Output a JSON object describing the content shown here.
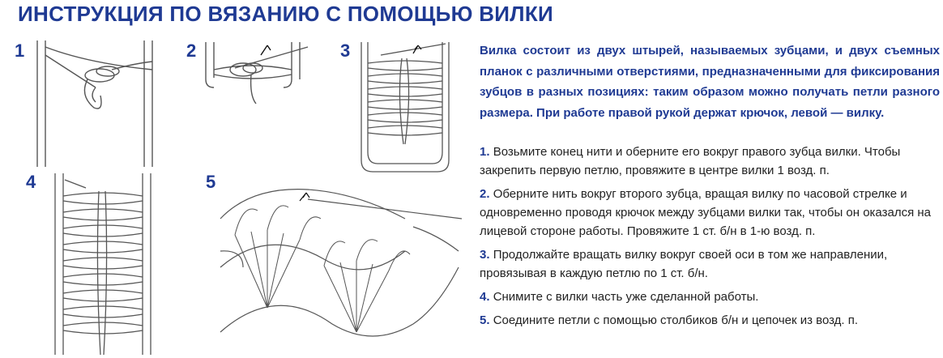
{
  "title": "ИНСТРУКЦИЯ ПО ВЯЗАНИЮ С ПОМОЩЬЮ ВИЛКИ",
  "figures": [
    {
      "number": "1"
    },
    {
      "number": "2"
    },
    {
      "number": "3"
    },
    {
      "number": "4"
    },
    {
      "number": "5"
    }
  ],
  "intro": "Вилка состоит из двух штырей, называемых зубцами, и двух съемных планок с различными отверстиями, предназначенными для фиксирования зубцов в разных позициях: таким образом можно получать петли разного размера. При работе правой рукой держат крючок, левой — вилку.",
  "steps": [
    {
      "number": "1.",
      "text": "Возьмите конец нити и оберните его вокруг правого зубца вилки. Чтобы закрепить первую петлю, провяжите в центре вилки 1 возд. п."
    },
    {
      "number": "2.",
      "text": "Оберните нить вокруг второго зубца, вращая вилку по часовой стрелке и одновременно проводя крючок между зубцами вилки так, чтобы он оказался на лицевой стороне работы. Провяжите 1 ст. б/н в 1-ю возд. п."
    },
    {
      "number": "3.",
      "text": "Продолжайте вращать вилку вокруг своей оси в том же направлении, провязывая в каждую петлю по 1 ст. б/н."
    },
    {
      "number": "4.",
      "text": "Снимите с вилки часть уже сделанной работы."
    },
    {
      "number": "5.",
      "text": "Соедините петли с помощью столбиков б/н и цепочек из возд. п."
    }
  ],
  "colors": {
    "heading": "#1f3a93",
    "body_text": "#222222",
    "line_art": "#555555"
  }
}
